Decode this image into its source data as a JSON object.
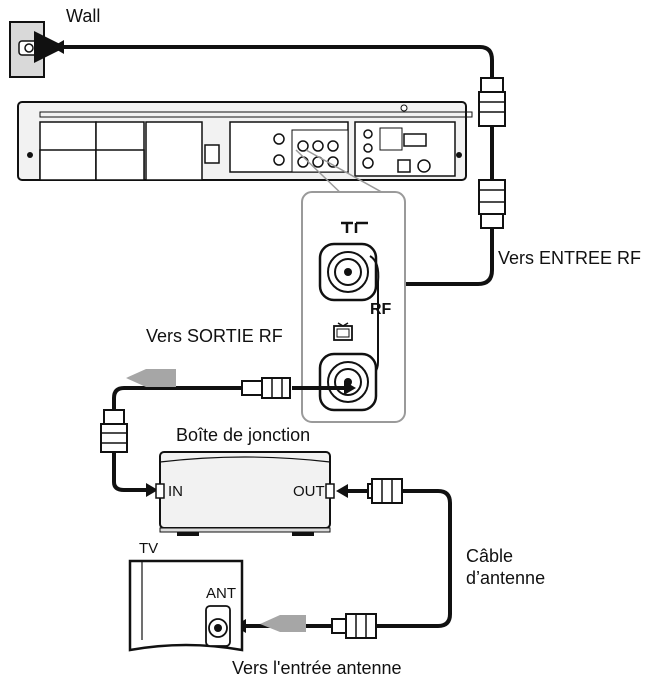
{
  "labels": {
    "wall": "Wall",
    "rf_in": "Vers ENTREE RF",
    "rf_out": "Vers SORTIE RF",
    "rf": "RF",
    "box": "Boîte de jonction",
    "box_in": "IN",
    "box_out": "OUT",
    "tv": "TV",
    "ant": "ANT",
    "cable": "Câble\nd’antenne",
    "antenna_in": "Vers l'entrée antenne"
  },
  "icons": {
    "antenna_symbol": "antenna-icon",
    "tv_symbol": "tv-icon",
    "arrow": "gray-arrow-icon"
  },
  "colors": {
    "line": "#111111",
    "panel": "#f2f2f2",
    "device": "#f7f7f7",
    "callout": "#9a9a9a",
    "arrow": "#a6a6a6"
  }
}
